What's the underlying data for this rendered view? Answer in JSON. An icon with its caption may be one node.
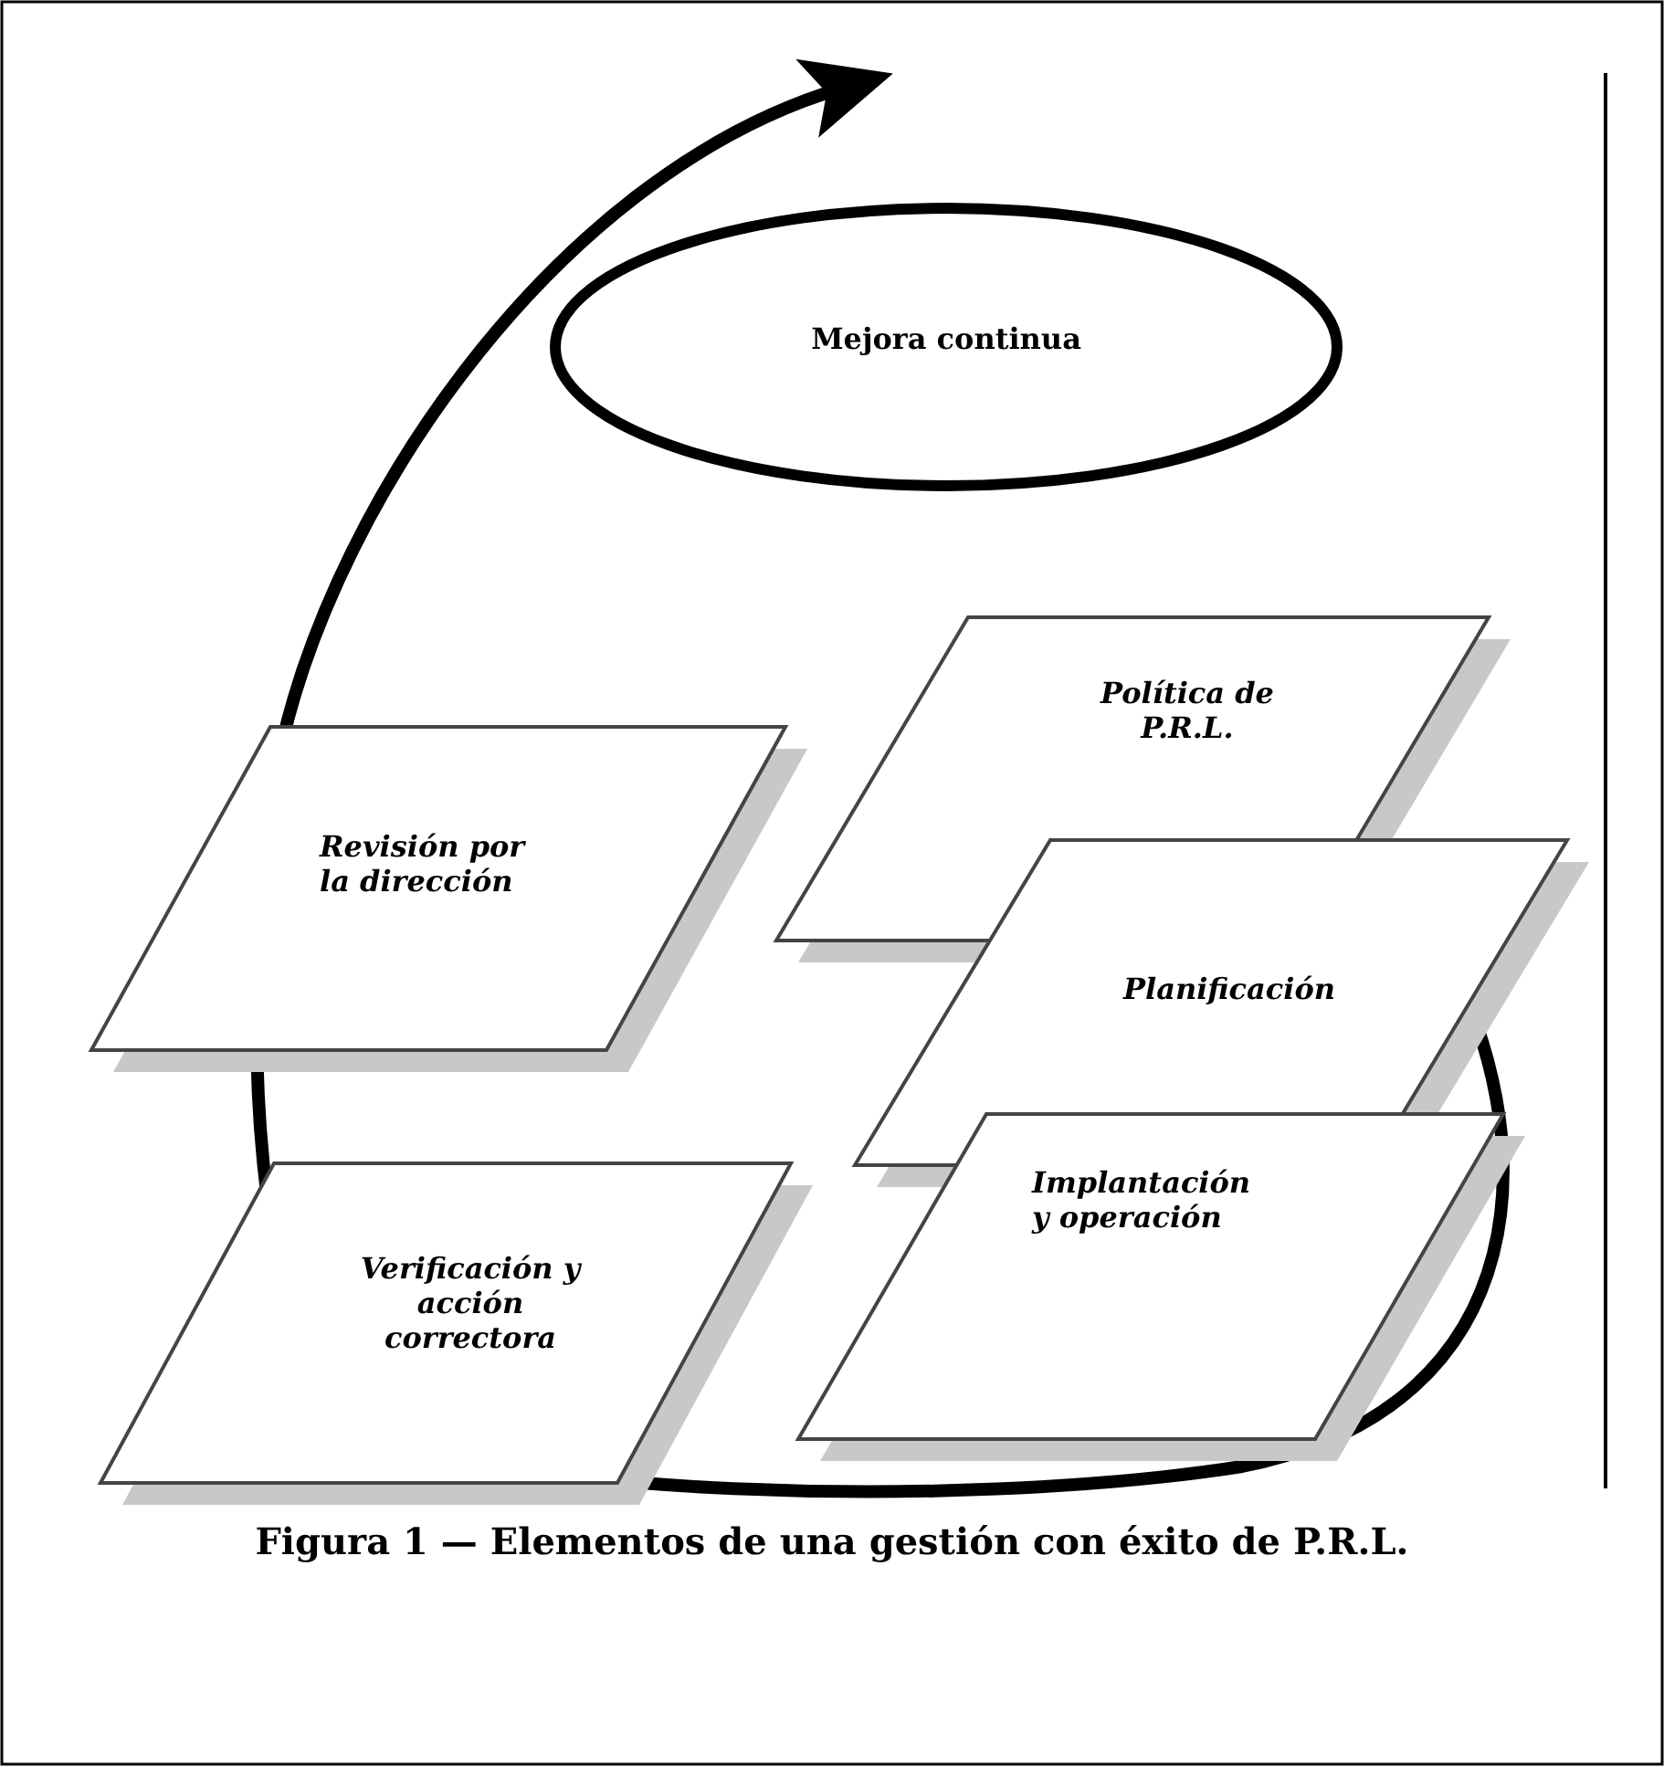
{
  "diagram": {
    "caption": "Figura 1 — Elementos de una gestión con éxito de P.R.L.",
    "nodes": [
      {
        "text": [
          "Mejora continua"
        ]
      },
      {
        "text": [
          "Política de P.R.L."
        ]
      },
      {
        "text": [
          "Planificación"
        ]
      },
      {
        "text": [
          "Implantación y operación"
        ]
      },
      {
        "text": [
          "Verificación y acción correctora"
        ]
      },
      {
        "text": [
          "Revisión por la dirección"
        ]
      }
    ]
  }
}
